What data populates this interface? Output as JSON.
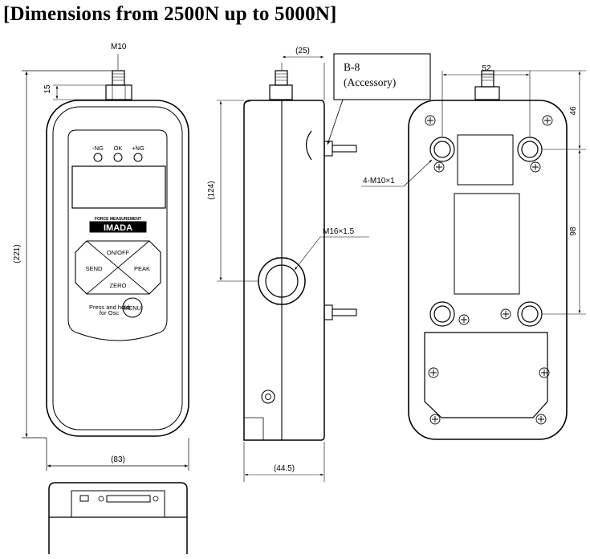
{
  "title": "[Dimensions from 2500N up to 5000N]",
  "front_view": {
    "thread_label": "M10",
    "dim_stud_height": "15",
    "dim_total_height": "(221)",
    "dim_width": "(83)",
    "indicators": [
      "-NG",
      "OK",
      "+NG"
    ],
    "brand_tagline": "FORCE MEASUREMENT",
    "brand": "IMADA",
    "buttons": {
      "top": "ON/OFF",
      "left": "SEND",
      "right": "PEAK",
      "bottom": "ZERO",
      "menu": "MENU"
    },
    "menu_hint": [
      "Press and hold",
      "for Osc"
    ]
  },
  "side_view": {
    "dim_top_offset": "(25)",
    "dim_height": "(124)",
    "dim_depth": "(44.5)",
    "thread_label": "M16×1.5",
    "accessory_label": [
      "B-8",
      "(Accessory)"
    ]
  },
  "rear_view": {
    "dim_hole_spacing_x": "52",
    "dim_top_to_hole": "46",
    "dim_hole_spacing_y": "98",
    "hole_label": "4-M10×1"
  }
}
